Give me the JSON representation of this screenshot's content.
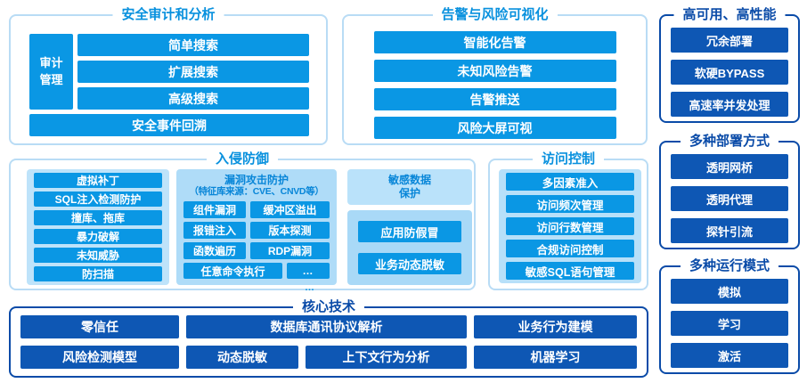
{
  "colors": {
    "bright_blue": "#0A97E4",
    "bright_title": "#0991DE",
    "dark_blue_box": "#0E57B4",
    "navy_border_title": "#0A4BA8",
    "light_panel_border": "#B9DCF5",
    "light_container_bg": "#BEE3FA",
    "vuln_container_bg": "#AFDCF8",
    "sensitive_header_bg": "#BAE2FA",
    "sensitive_body_bg": "#A9D9F7",
    "subheader_text": "#0886D8"
  },
  "panels": {
    "audit": {
      "title": "安全审计和分析",
      "sidebar": "审计管理",
      "search_items": [
        "简单搜索",
        "扩展搜索",
        "高级搜索"
      ],
      "bottom_item": "安全事件回溯"
    },
    "alert": {
      "title": "告警与风险可视化",
      "items": [
        "智能化告警",
        "未知风险告警",
        "告警推送",
        "风险大屏可视"
      ]
    },
    "ha": {
      "title": "高可用、高性能",
      "items": [
        "冗余部署",
        "软硬BYPASS",
        "高速率并发处理"
      ]
    },
    "intrusion": {
      "title": "入侵防御",
      "left_items": [
        "虚拟补丁",
        "SQL注入检测防护",
        "撞库、拖库",
        "暴力破解",
        "未知威胁",
        "防扫描"
      ],
      "vuln": {
        "header": "漏洞攻击防护",
        "subheader": "（特征库来源：CVE、CNVD等）",
        "grid_items": [
          "组件漏洞",
          "缓冲区溢出",
          "报错注入",
          "版本探测",
          "函数遍历",
          "RDP漏洞"
        ],
        "wide_item": "任意命令执行",
        "more": "…",
        "more_below": "…"
      },
      "sensitive": {
        "header_line1": "敏感数据",
        "header_line2": "保护",
        "items": [
          "应用防假冒",
          "业务动态脱敏"
        ]
      }
    },
    "access": {
      "title": "访问控制",
      "items": [
        "多因素准入",
        "访问频次管理",
        "访问行数管理",
        "合规访问控制",
        "敏感SQL语句管理"
      ]
    },
    "deploy": {
      "title": "多种部署方式",
      "items": [
        "透明网桥",
        "透明代理",
        "探针引流"
      ]
    },
    "modes": {
      "title": "多种运行模式",
      "items": [
        "模拟",
        "学习",
        "激活"
      ]
    },
    "core": {
      "title": "核心技术",
      "row1": [
        "零信任",
        "数据库通讯协议解析",
        "业务行为建模"
      ],
      "row2": [
        "风险检测模型",
        "动态脱敏",
        "上下文行为分析",
        "机器学习"
      ]
    }
  }
}
